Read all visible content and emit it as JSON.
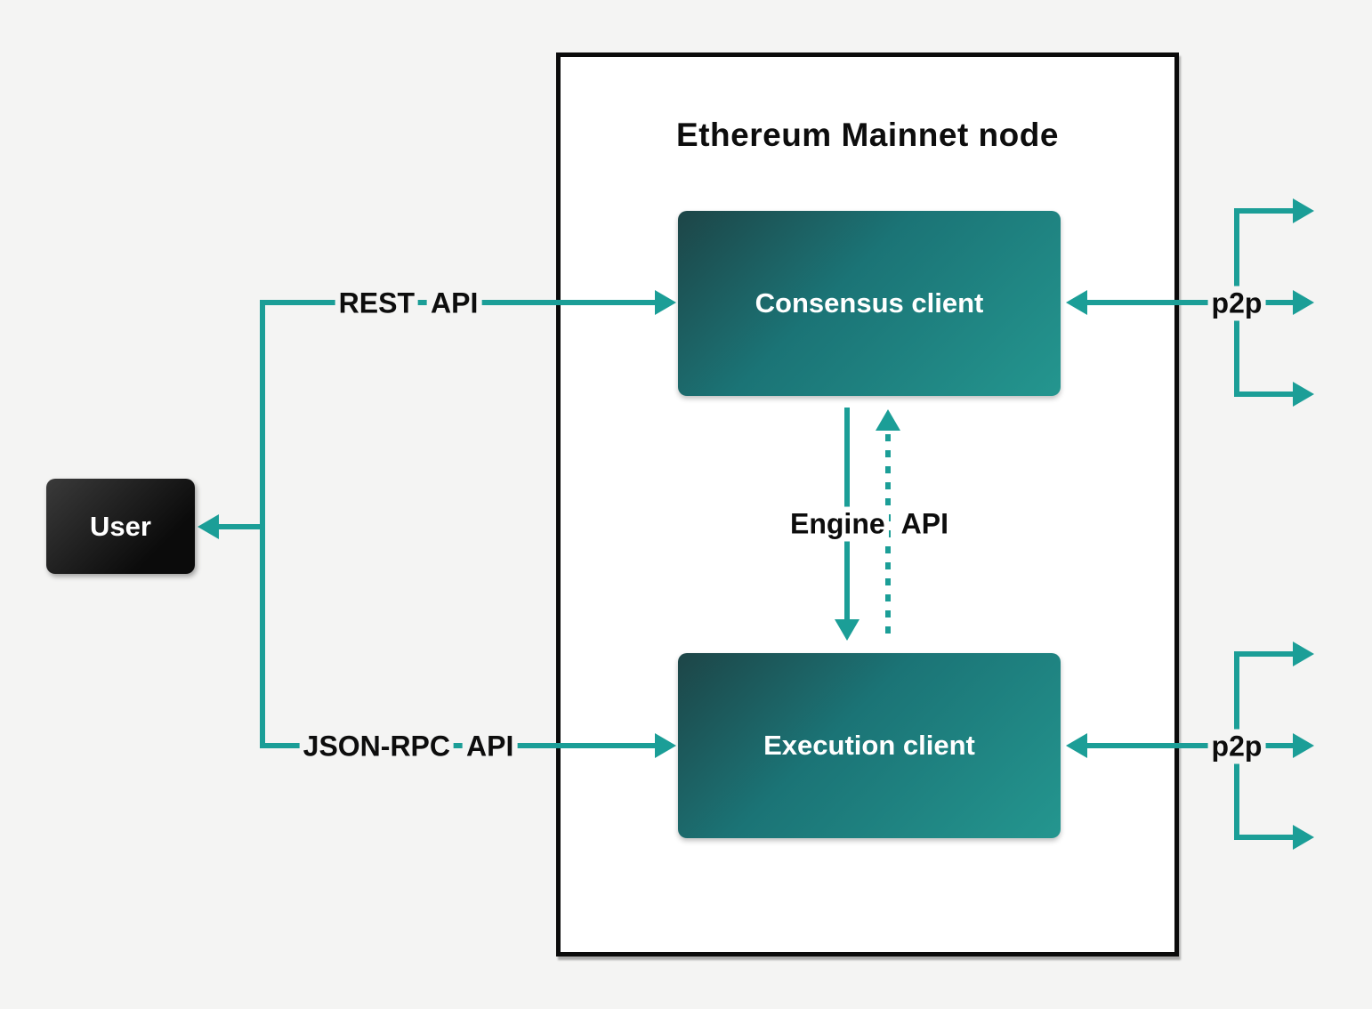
{
  "diagram": {
    "title": "Ethereum Mainnet node",
    "nodes": {
      "user": {
        "label": "User"
      },
      "consensus": {
        "label": "Consensus client"
      },
      "execution": {
        "label": "Execution client"
      }
    },
    "edges": {
      "rest_api": {
        "word1": "REST",
        "word2": "API"
      },
      "json_rpc_api": {
        "word1": "JSON-RPC",
        "word2": "API"
      },
      "engine_api": {
        "word1": "Engine",
        "word2": "API"
      },
      "p2p_top": {
        "label": "p2p"
      },
      "p2p_bottom": {
        "label": "p2p"
      }
    },
    "colors": {
      "accent_teal": "#1b9e97",
      "bg": "#f4f4f3",
      "panel_bg": "#ffffff",
      "border_black": "#0b0b0b",
      "ink": "#0d0d0d",
      "node_grad_a": "#1d4547",
      "node_grad_b": "#1b7476",
      "node_grad_c": "#24968f",
      "user_grad_a": "#3a3a3a",
      "user_grad_b": "#0b0b0b"
    }
  }
}
